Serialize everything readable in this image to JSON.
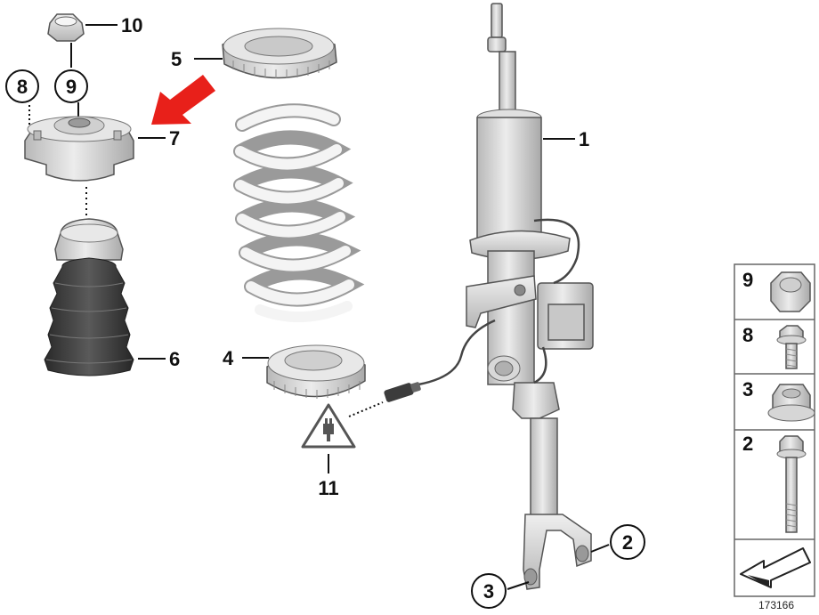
{
  "callouts": {
    "c1": "1",
    "c2": "2",
    "c3": "3",
    "c4": "4",
    "c5": "5",
    "c6": "6",
    "c7": "7",
    "c8": "8",
    "c9": "9",
    "c10": "10",
    "c11": "11"
  },
  "legend": {
    "items": [
      {
        "label": "9",
        "icon": "hex-nut-icon"
      },
      {
        "label": "8",
        "icon": "flange-bolt-icon"
      },
      {
        "label": "3",
        "icon": "flange-nut-icon"
      },
      {
        "label": "2",
        "icon": "long-bolt-icon"
      }
    ]
  },
  "catalog_number": "173166",
  "colors": {
    "arrow": "#e8201a",
    "part_fill": "#dcdcdc",
    "rubber": "#3a3a3a",
    "spring": "#f4f4f4"
  }
}
